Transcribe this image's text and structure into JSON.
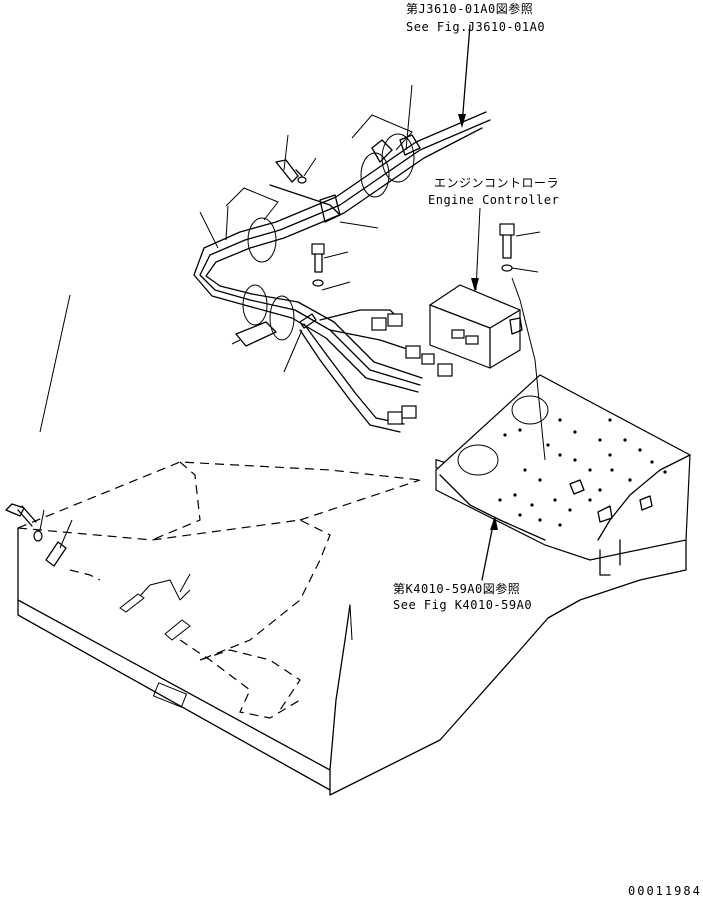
{
  "labels": {
    "ref_top_jp": "第J3610-01A0図参照",
    "ref_top_en": "See Fig.J3610-01A0",
    "controller_jp": "エンジンコントローラ",
    "controller_en": "Engine Controller",
    "ref_bottom_jp": "第K4010-59A0図参照",
    "ref_bottom_en": "See Fig K4010-59A0",
    "drawing_number": "00011984"
  }
}
